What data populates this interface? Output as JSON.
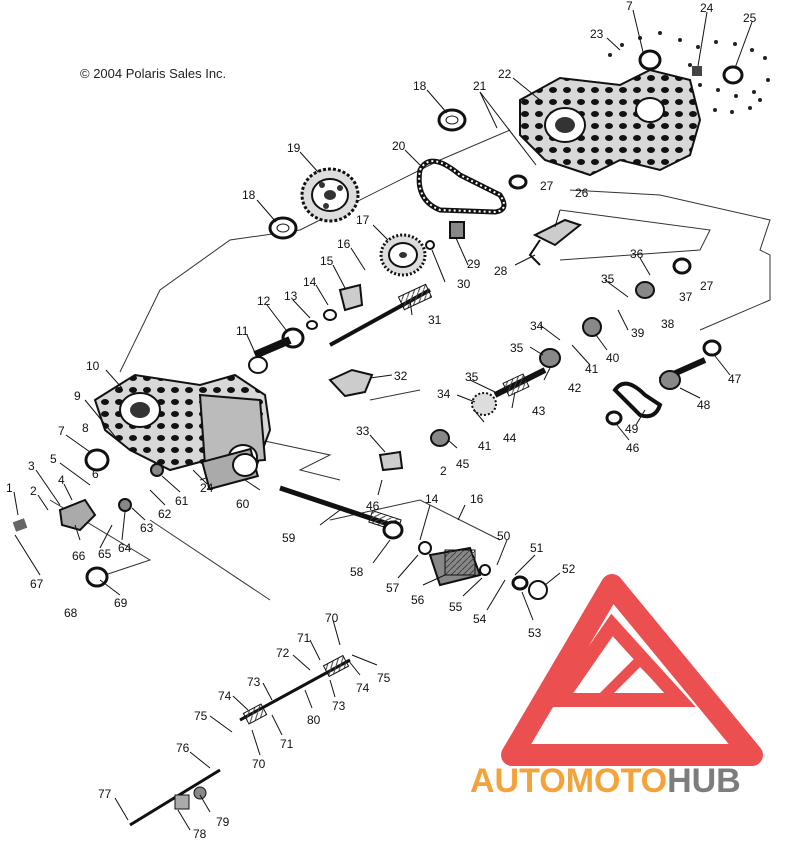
{
  "copyright": "© 2004 Polaris Sales Inc.",
  "watermark": {
    "part1": "AUTOMOTO",
    "part2": "HUB",
    "colors": {
      "part1": "#f4a23a",
      "part2": "#7d7d7d",
      "logo": "#ea3c3c"
    }
  },
  "callouts": [
    {
      "id": "c1",
      "label": "1"
    },
    {
      "id": "c2",
      "label": "2"
    },
    {
      "id": "c2b",
      "label": "2"
    },
    {
      "id": "c3",
      "label": "3"
    },
    {
      "id": "c4",
      "label": "4"
    },
    {
      "id": "c5",
      "label": "5"
    },
    {
      "id": "c6",
      "label": "6"
    },
    {
      "id": "c7a",
      "label": "7"
    },
    {
      "id": "c7b",
      "label": "7"
    },
    {
      "id": "c8",
      "label": "8"
    },
    {
      "id": "c9",
      "label": "9"
    },
    {
      "id": "c10",
      "label": "10"
    },
    {
      "id": "c11",
      "label": "11"
    },
    {
      "id": "c12",
      "label": "12"
    },
    {
      "id": "c13",
      "label": "13"
    },
    {
      "id": "c14a",
      "label": "14"
    },
    {
      "id": "c14b",
      "label": "14"
    },
    {
      "id": "c15",
      "label": "15"
    },
    {
      "id": "c16a",
      "label": "16"
    },
    {
      "id": "c16b",
      "label": "16"
    },
    {
      "id": "c17",
      "label": "17"
    },
    {
      "id": "c18a",
      "label": "18"
    },
    {
      "id": "c18b",
      "label": "18"
    },
    {
      "id": "c19",
      "label": "19"
    },
    {
      "id": "c20",
      "label": "20"
    },
    {
      "id": "c21",
      "label": "21"
    },
    {
      "id": "c22",
      "label": "22"
    },
    {
      "id": "c23",
      "label": "23"
    },
    {
      "id": "c24a",
      "label": "24"
    },
    {
      "id": "c24b",
      "label": "24"
    },
    {
      "id": "c25",
      "label": "25"
    },
    {
      "id": "c26",
      "label": "26"
    },
    {
      "id": "c27a",
      "label": "27"
    },
    {
      "id": "c27b",
      "label": "27"
    },
    {
      "id": "c28",
      "label": "28"
    },
    {
      "id": "c29",
      "label": "29"
    },
    {
      "id": "c30",
      "label": "30"
    },
    {
      "id": "c31",
      "label": "31"
    },
    {
      "id": "c32",
      "label": "32"
    },
    {
      "id": "c33",
      "label": "33"
    },
    {
      "id": "c34a",
      "label": "34"
    },
    {
      "id": "c34b",
      "label": "34"
    },
    {
      "id": "c35a",
      "label": "35"
    },
    {
      "id": "c35b",
      "label": "35"
    },
    {
      "id": "c35c",
      "label": "35"
    },
    {
      "id": "c36",
      "label": "36"
    },
    {
      "id": "c37",
      "label": "37"
    },
    {
      "id": "c38",
      "label": "38"
    },
    {
      "id": "c39",
      "label": "39"
    },
    {
      "id": "c40",
      "label": "40"
    },
    {
      "id": "c41a",
      "label": "41"
    },
    {
      "id": "c41b",
      "label": "41"
    },
    {
      "id": "c42",
      "label": "42"
    },
    {
      "id": "c43",
      "label": "43"
    },
    {
      "id": "c44",
      "label": "44"
    },
    {
      "id": "c45",
      "label": "45"
    },
    {
      "id": "c46a",
      "label": "46"
    },
    {
      "id": "c46b",
      "label": "46"
    },
    {
      "id": "c47",
      "label": "47"
    },
    {
      "id": "c48",
      "label": "48"
    },
    {
      "id": "c49",
      "label": "49"
    },
    {
      "id": "c50",
      "label": "50"
    },
    {
      "id": "c51",
      "label": "51"
    },
    {
      "id": "c52",
      "label": "52"
    },
    {
      "id": "c53",
      "label": "53"
    },
    {
      "id": "c54",
      "label": "54"
    },
    {
      "id": "c55",
      "label": "55"
    },
    {
      "id": "c56",
      "label": "56"
    },
    {
      "id": "c57",
      "label": "57"
    },
    {
      "id": "c58",
      "label": "58"
    },
    {
      "id": "c59",
      "label": "59"
    },
    {
      "id": "c60",
      "label": "60"
    },
    {
      "id": "c61",
      "label": "61"
    },
    {
      "id": "c62",
      "label": "62"
    },
    {
      "id": "c63",
      "label": "63"
    },
    {
      "id": "c64",
      "label": "64"
    },
    {
      "id": "c65",
      "label": "65"
    },
    {
      "id": "c66",
      "label": "66"
    },
    {
      "id": "c67",
      "label": "67"
    },
    {
      "id": "c68",
      "label": "68"
    },
    {
      "id": "c69",
      "label": "69"
    },
    {
      "id": "c70a",
      "label": "70"
    },
    {
      "id": "c70b",
      "label": "70"
    },
    {
      "id": "c71a",
      "label": "71"
    },
    {
      "id": "c71b",
      "label": "71"
    },
    {
      "id": "c72",
      "label": "72"
    },
    {
      "id": "c73a",
      "label": "73"
    },
    {
      "id": "c73b",
      "label": "73"
    },
    {
      "id": "c74a",
      "label": "74"
    },
    {
      "id": "c74b",
      "label": "74"
    },
    {
      "id": "c75a",
      "label": "75"
    },
    {
      "id": "c75b",
      "label": "75"
    },
    {
      "id": "c76",
      "label": "76"
    },
    {
      "id": "c77",
      "label": "77"
    },
    {
      "id": "c78",
      "label": "78"
    },
    {
      "id": "c79",
      "label": "79"
    },
    {
      "id": "c80",
      "label": "80"
    }
  ]
}
